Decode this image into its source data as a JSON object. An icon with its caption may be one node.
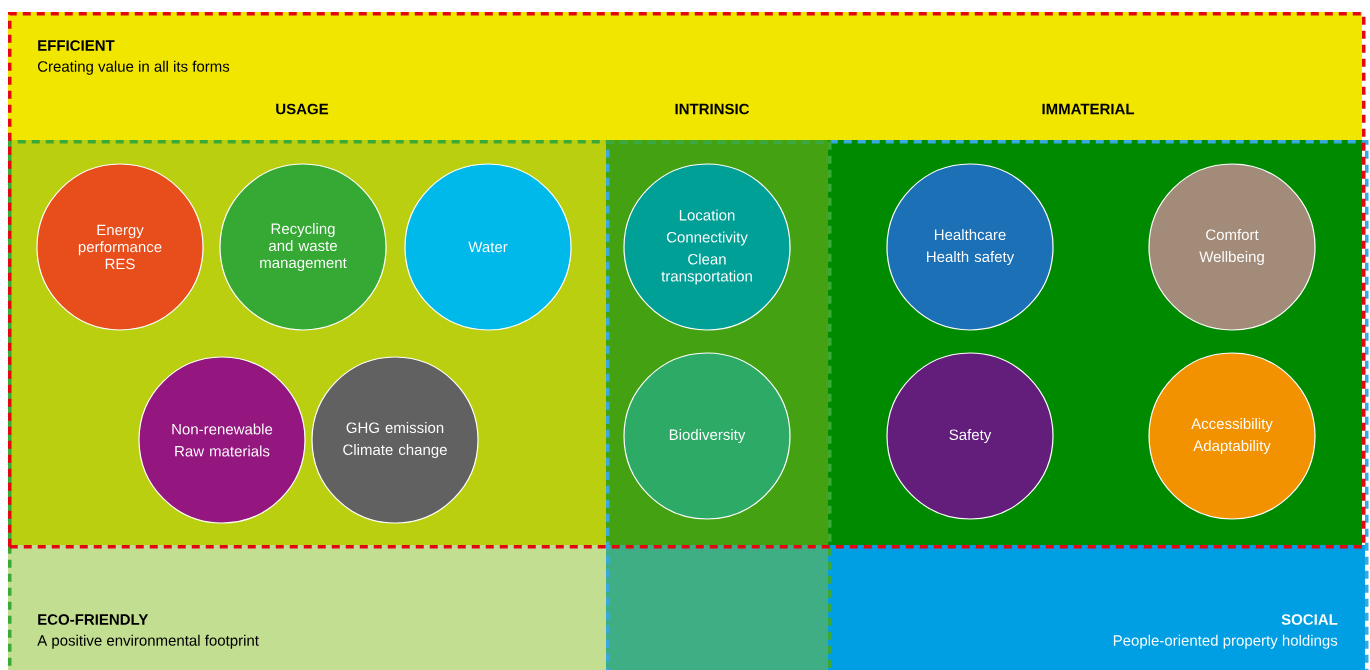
{
  "diagram": {
    "nodes": [
      {
        "text": [
          "EFFICIENT",
          "Creating value in all its forms"
        ]
      },
      {
        "text": [
          "ECO-FRIENDLY",
          "A positive environmental footprint"
        ]
      },
      {
        "text": [
          "SOCIAL",
          "People-oriented property holdings"
        ]
      },
      {
        "text": [
          "Energy performance RES"
        ]
      },
      {
        "text": [
          "Recycling and waste management"
        ]
      },
      {
        "text": [
          "Water"
        ]
      },
      {
        "text": [
          "Location",
          "Connectivity",
          "Clean transportation"
        ]
      },
      {
        "text": [
          "Healthcare",
          "Health safety"
        ]
      },
      {
        "text": [
          "Comfort",
          "Wellbeing"
        ]
      },
      {
        "text": [
          "Non-renewable",
          "Raw materials"
        ]
      },
      {
        "text": [
          "GHG emission",
          "Climate change"
        ]
      },
      {
        "text": [
          "Biodiversity"
        ]
      },
      {
        "text": [
          "Safety"
        ]
      },
      {
        "text": [
          "Accessibility",
          "Adaptability"
        ]
      }
    ],
    "labels": [
      "USAGE",
      "INTRINSIC",
      "IMMATERIAL"
    ]
  }
}
